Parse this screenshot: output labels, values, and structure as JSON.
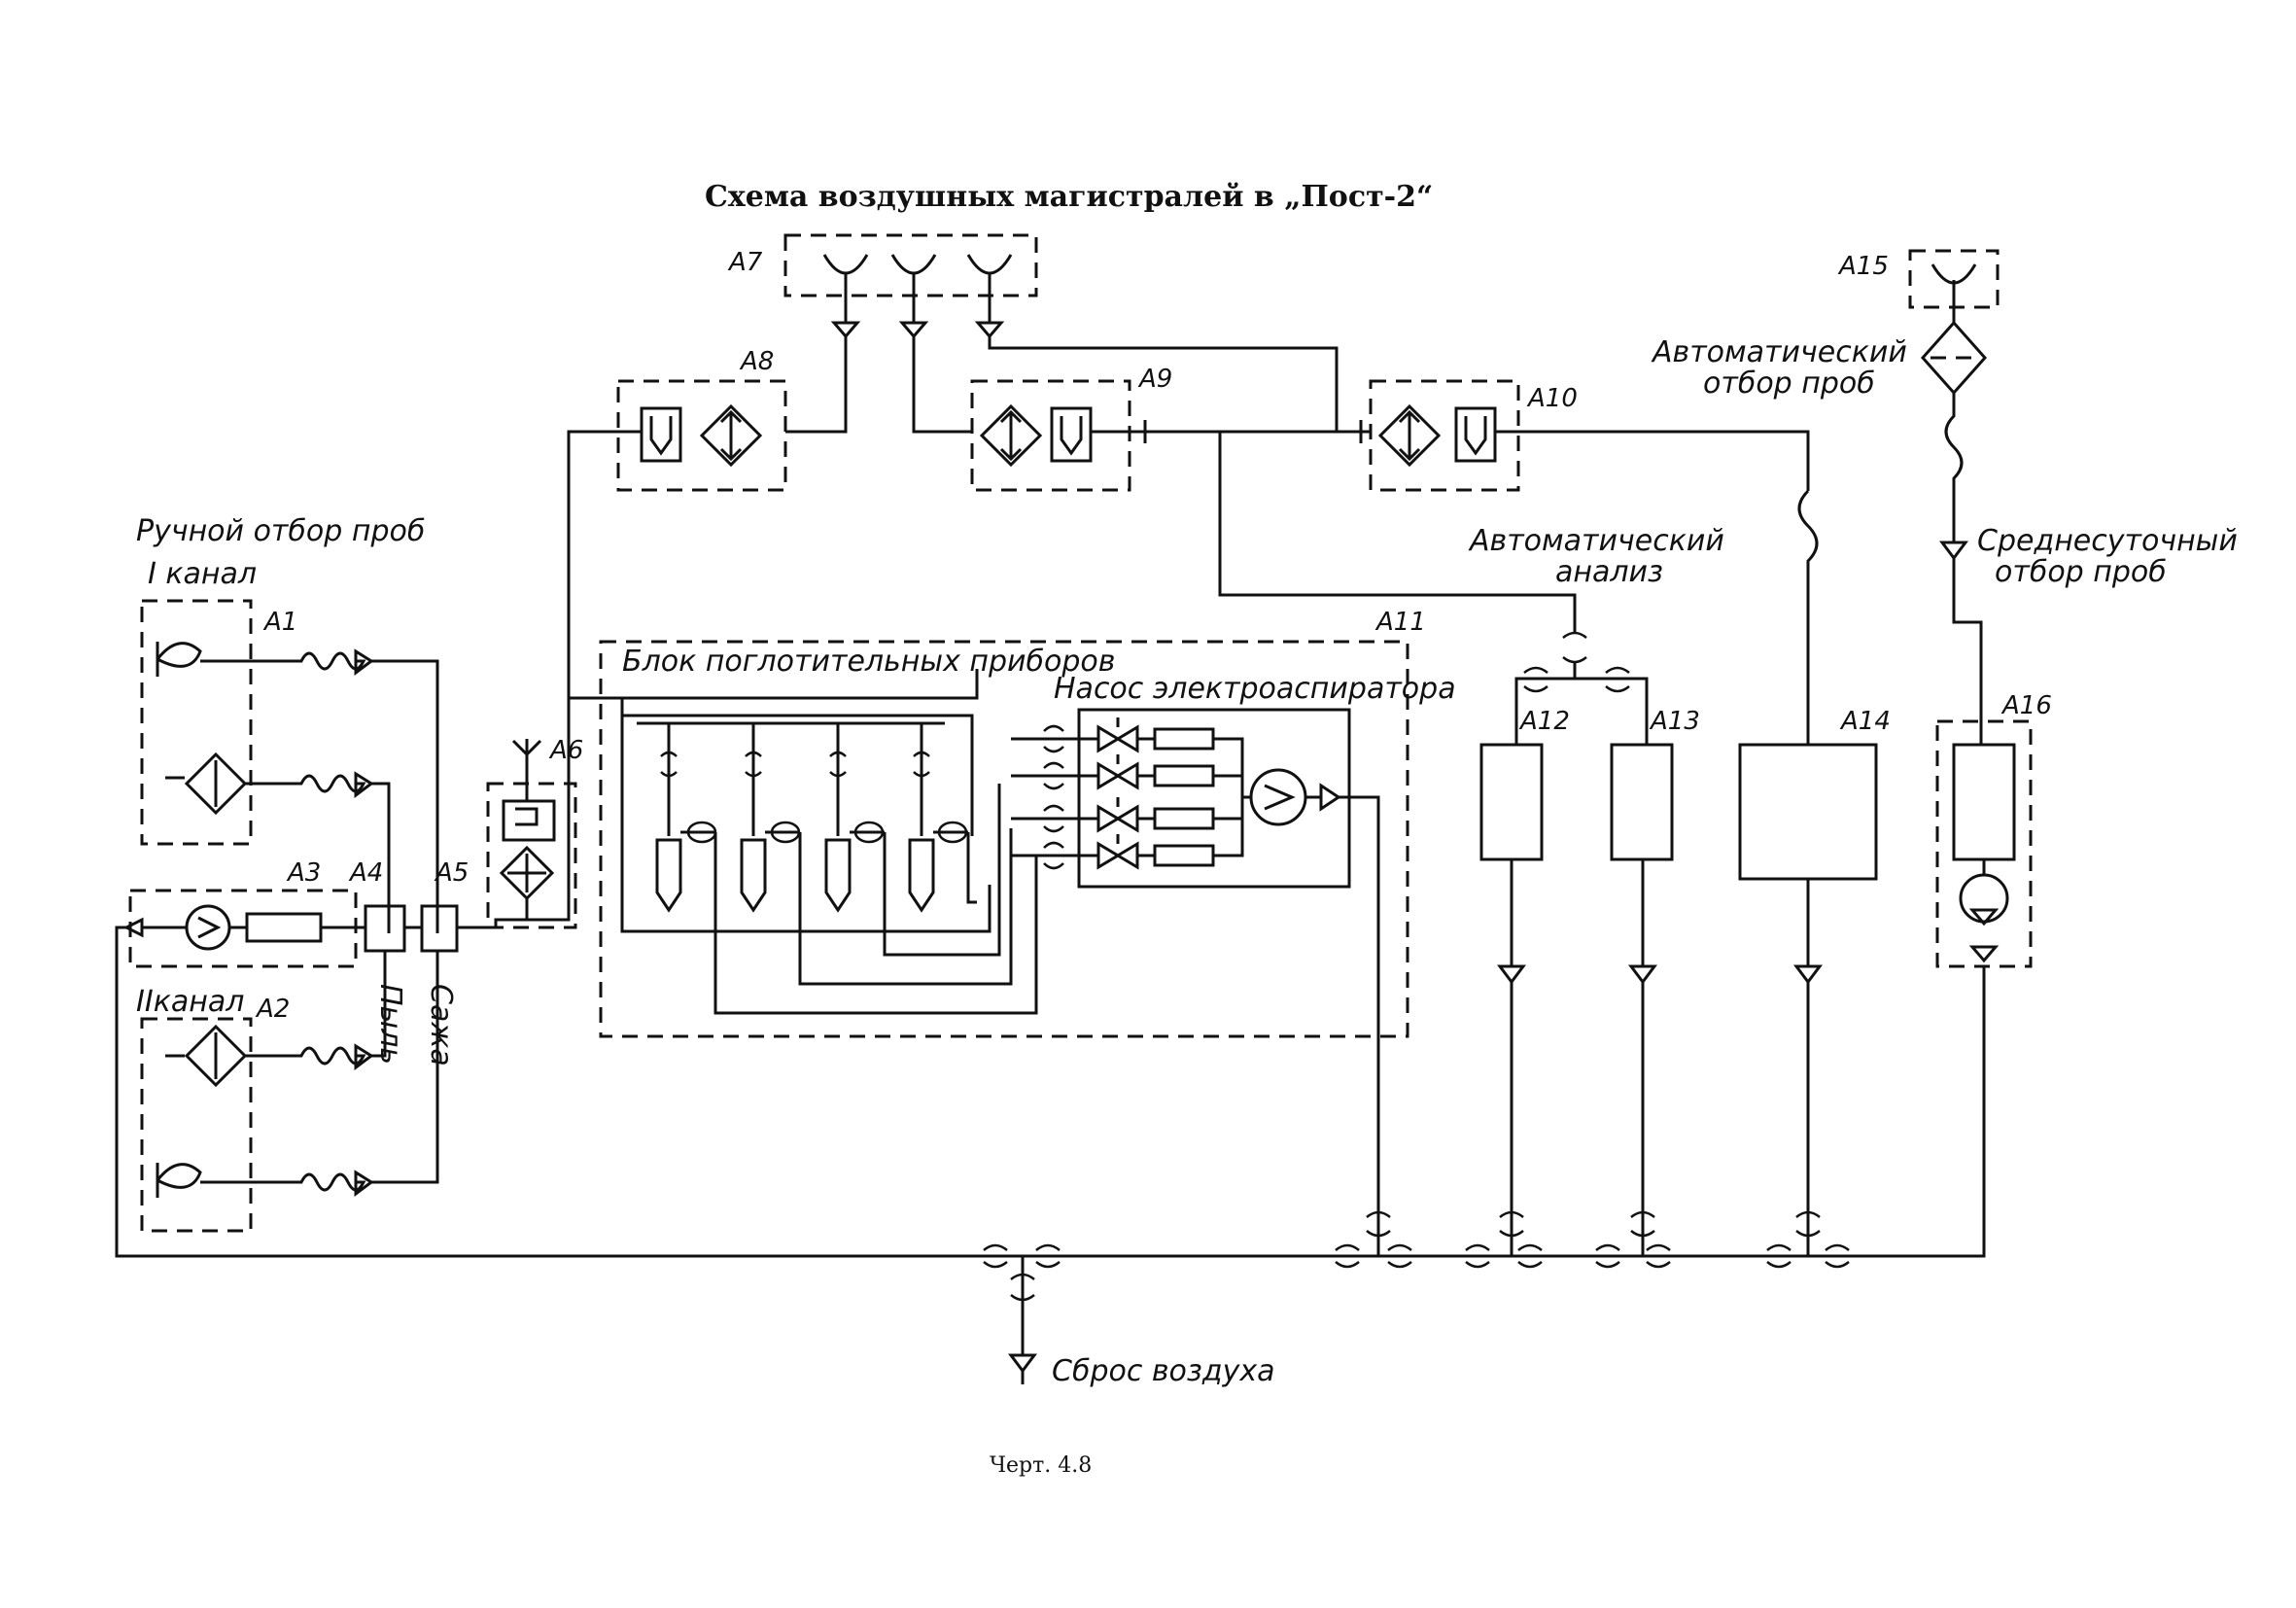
{
  "title": "Схема воздушных магистралей в „Пост-2“",
  "caption": "Черт. 4.8",
  "tags": {
    "a1": "А1",
    "a2": "А2",
    "a3": "А3",
    "a4": "А4",
    "a5": "А5",
    "a6": "А6",
    "a7": "А7",
    "a8": "А8",
    "a9": "А9",
    "a10": "А10",
    "a11": "А11",
    "a12": "А12",
    "a13": "А13",
    "a14": "А14",
    "a15": "А15",
    "a16": "А16"
  },
  "labels": {
    "manual_sampling": "Ручной отбор проб",
    "channel_1": "I канал",
    "channel_2": "IIканал",
    "dust": "Пыль",
    "soot": "Сажа",
    "absorber_block": "Блок поглотительных приборов",
    "aspirator_pump": "Насос электроаспиратора",
    "auto_analysis_1": "Автоматический",
    "auto_analysis_2": "анализ",
    "auto_sampling_1": "Автоматический",
    "auto_sampling_2": "отбор проб",
    "daily_sampling_1": "Среднесуточный",
    "daily_sampling_2": "отбор проб",
    "air_discharge": "Сброс воздуха"
  },
  "colors": {
    "ink": "#111111",
    "paper": "#ffffff"
  }
}
